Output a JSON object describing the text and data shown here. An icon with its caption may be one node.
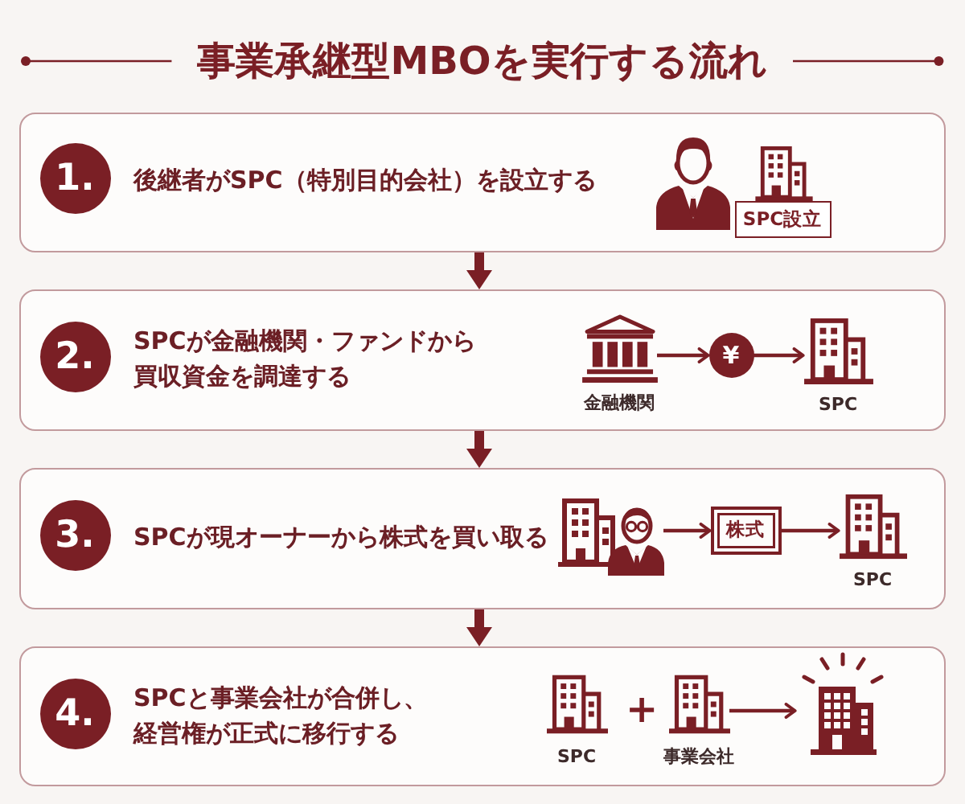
{
  "diagram": {
    "title": "事業承継型MBOを実行する流れ",
    "nodes": [
      {
        "text": [
          "後継者がSPC（特別目的会社）を設立する"
        ]
      },
      {
        "text": [
          "1."
        ],
        "in": 0
      },
      {
        "text": [
          "SPC設立"
        ],
        "in": 0
      },
      {
        "text": [
          "SPCが金融機関・ファンドから買収資金を調達する"
        ]
      },
      {
        "text": [
          "2."
        ],
        "in": 3
      },
      {
        "text": [],
        "shape": "picture",
        "beside": [
          "金融機関"
        ],
        "in": 3
      },
      {
        "text": [
          "¥"
        ],
        "in": 3
      },
      {
        "text": [],
        "shape": "picture",
        "beside": [
          "SPC"
        ],
        "in": 3
      },
      {
        "text": [
          "SPCが現オーナーから株式を買い取る"
        ]
      },
      {
        "text": [
          "3."
        ],
        "in": 8
      },
      {
        "text": [],
        "shape": "picture",
        "in": 8
      },
      {
        "text": [
          "株式"
        ],
        "in": 8
      },
      {
        "text": [],
        "shape": "picture",
        "beside": [
          "SPC"
        ],
        "in": 8
      },
      {
        "text": [
          "SPCと事業会社が合併し、経営権が正式に移行する"
        ]
      },
      {
        "text": [
          "4."
        ],
        "in": 13
      },
      {
        "text": [],
        "shape": "picture",
        "beside": [
          "SPC"
        ],
        "in": 13
      },
      {
        "text": [],
        "shape": "picture",
        "beside": [
          "事業会社"
        ],
        "in": 13
      },
      {
        "text": [],
        "shape": "picture",
        "in": 13
      }
    ],
    "edges": [
      {
        "from": 0,
        "to": 3,
        "arrow": "to"
      },
      {
        "from": 3,
        "to": 8,
        "arrow": "to"
      },
      {
        "from": 8,
        "to": 13,
        "arrow": "to"
      },
      {
        "from": 5,
        "to": 6,
        "arrow": "to"
      },
      {
        "from": 6,
        "to": 7,
        "arrow": "to"
      },
      {
        "from": 10,
        "to": 11,
        "arrow": "to"
      },
      {
        "from": 11,
        "to": 12,
        "arrow": "to"
      },
      {
        "from": 16,
        "to": 17,
        "arrow": "to"
      }
    ],
    "labels": [
      "+"
    ]
  }
}
